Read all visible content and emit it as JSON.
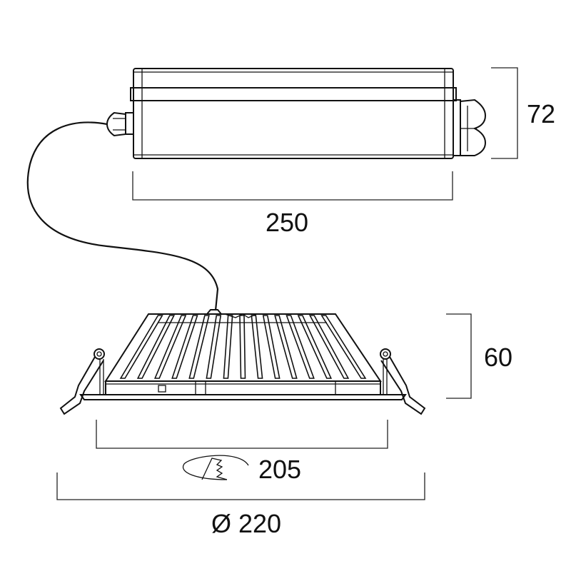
{
  "dimensions": {
    "driver_height": "72",
    "driver_length": "250",
    "luminaire_height": "60",
    "cutout": "205",
    "diameter": "Ø 220"
  },
  "icons": {
    "cutout_symbol": "ceiling-cutout-icon"
  },
  "colors": {
    "line": "#111111",
    "background": "#ffffff"
  }
}
